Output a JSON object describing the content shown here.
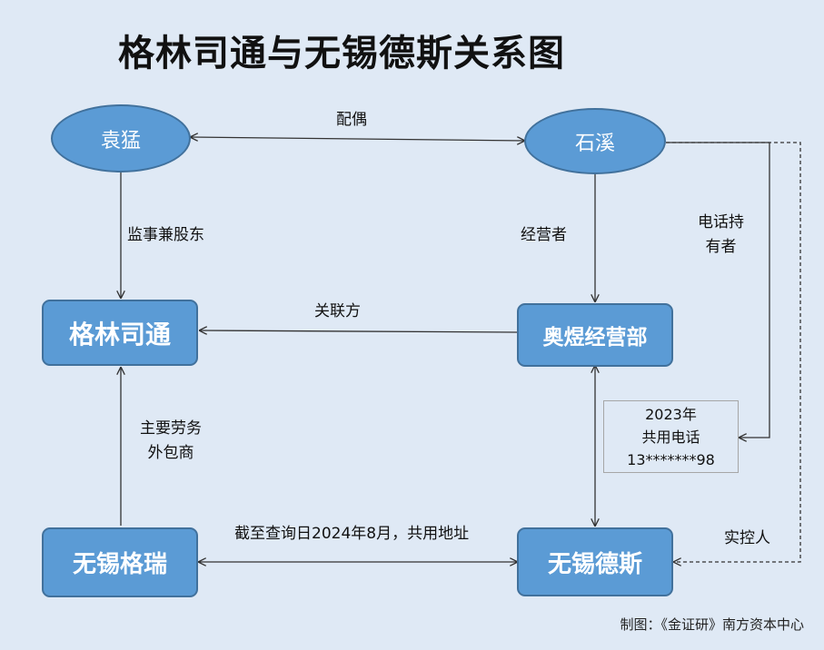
{
  "title": "格林司通与无锡德斯关系图",
  "nodes": {
    "yuanmeng": "袁猛",
    "shixi": "石溪",
    "gelin_sitong": "格林司通",
    "aoyu": "奥煜经营部",
    "wuxi_gerui": "无锡格瑞",
    "wuxi_desi": "无锡德斯"
  },
  "edges": {
    "spouse": "配偶",
    "supervisor_shareholder": "监事兼股东",
    "operator": "经营者",
    "phone_holder": [
      "电话持",
      "有者"
    ],
    "related_party": "关联方",
    "outsourcing": [
      "主要劳务",
      "外包商"
    ],
    "shared_address": "截至查询日2024年8月，共用地址",
    "controller": "实控人"
  },
  "phone_box": {
    "year": "2023年",
    "label": "共用电话",
    "number": "13*******98"
  },
  "credit": "制图：《金证研》南方资本中心",
  "colors": {
    "background": "#dfe9f5",
    "node_fill": "#5b9bd5",
    "node_border": "#41719c",
    "line": "#333333"
  }
}
